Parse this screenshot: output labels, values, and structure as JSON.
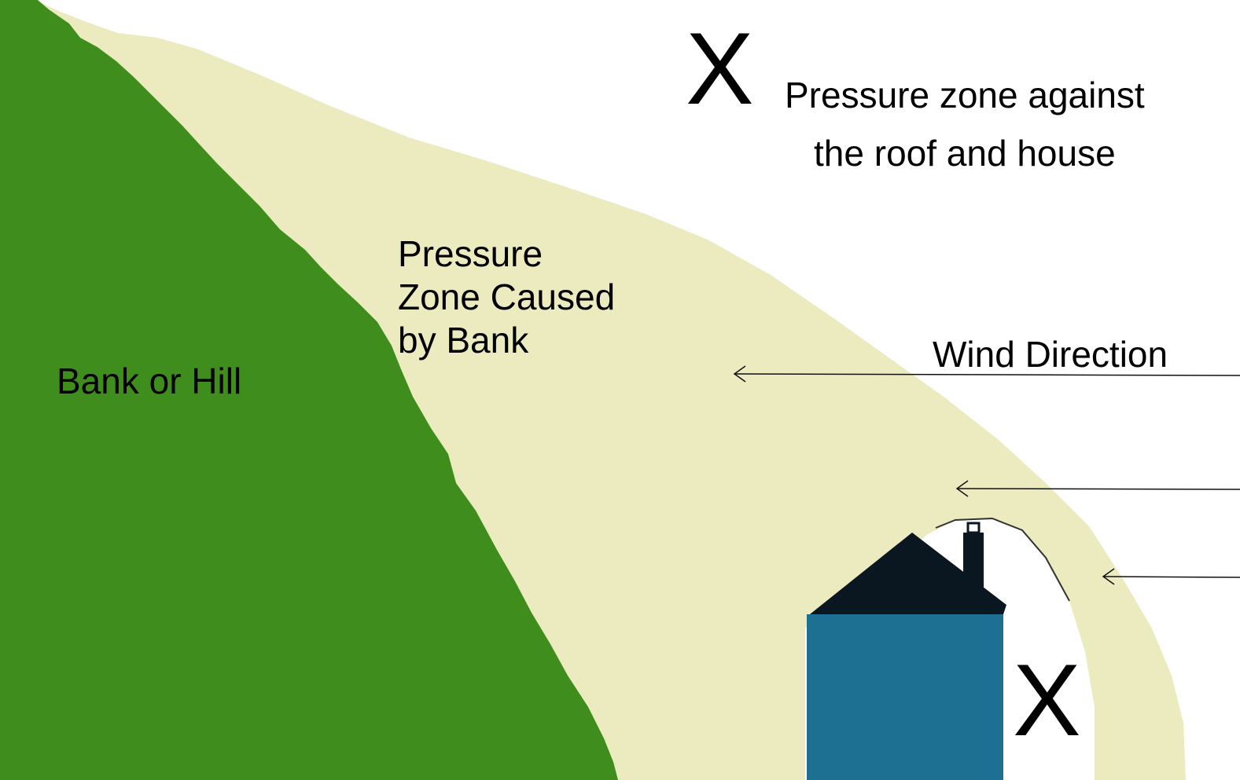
{
  "colors": {
    "hill": "#3f8e1d",
    "pressure_zone": "#ebebbf",
    "house_wall": "#1e7092",
    "house_roof": "#0b1720",
    "background": "#ffffff"
  },
  "labels": {
    "bank": "Bank or Hill",
    "bank_zone": "Pressure\nZone Caused\nby Bank",
    "wind": "Wind Direction",
    "legend_marker": "X",
    "legend_text": "Pressure zone against\nthe roof and house",
    "house_marker": "X"
  },
  "icons": {
    "wind_arrows": "arrow-left-icon"
  }
}
